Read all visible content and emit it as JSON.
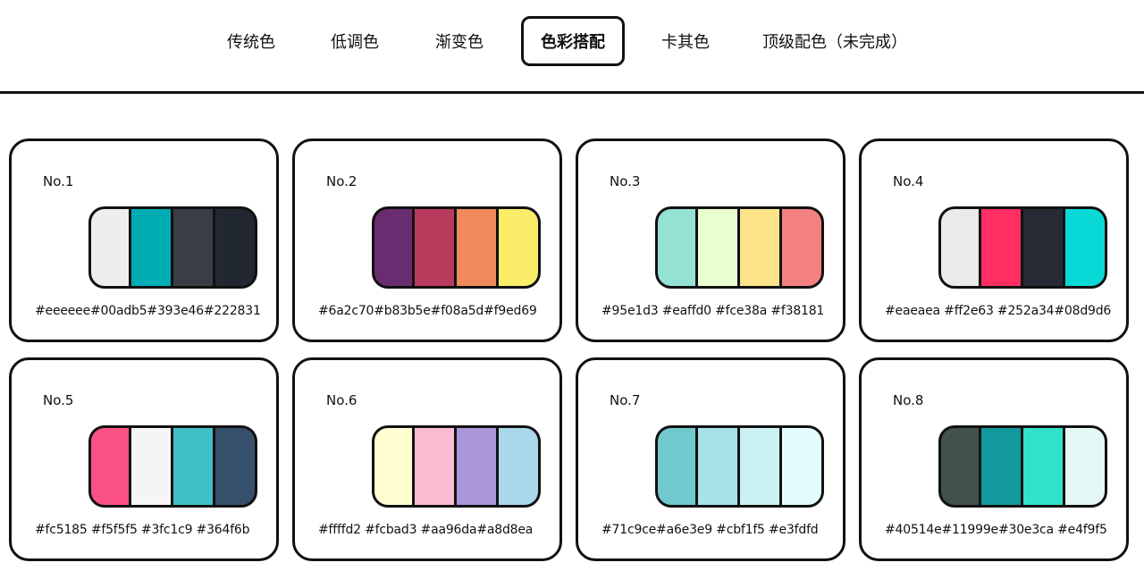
{
  "nav": {
    "tabs": [
      {
        "label": "传统色"
      },
      {
        "label": "低调色"
      },
      {
        "label": "渐变色"
      },
      {
        "label": "色彩搭配",
        "active": true
      },
      {
        "label": "卡其色"
      },
      {
        "label": "顶级配色（未完成）"
      }
    ]
  },
  "palettes": [
    {
      "label": "No.1",
      "colors": [
        "#eeeeee",
        "#00adb5",
        "#393e46",
        "#222831"
      ],
      "hex_text": "#eeeeee#00adb5#393e46#222831"
    },
    {
      "label": "No.2",
      "colors": [
        "#6a2c70",
        "#b83b5e",
        "#f08a5d",
        "#f9ed69"
      ],
      "hex_text": "#6a2c70#b83b5e#f08a5d#f9ed69"
    },
    {
      "label": "No.3",
      "colors": [
        "#95e1d3",
        "#eaffd0",
        "#fce38a",
        "#f38181"
      ],
      "hex_text": "#95e1d3 #eaffd0  #fce38a  #f38181"
    },
    {
      "label": "No.4",
      "colors": [
        "#eaeaea",
        "#ff2e63",
        "#252a34",
        "#08d9d6"
      ],
      "hex_text": "#eaeaea #ff2e63 #252a34#08d9d6"
    },
    {
      "label": "No.5",
      "colors": [
        "#fc5185",
        "#f5f5f5",
        "#3fc1c9",
        "#364f6b"
      ],
      "hex_text": "#fc5185  #f5f5f5  #3fc1c9 #364f6b"
    },
    {
      "label": "No.6",
      "colors": [
        "#ffffd2",
        "#fcbad3",
        "#aa96da",
        "#a8d8ea"
      ],
      "hex_text": "#ffffd2  #fcbad3 #aa96da#a8d8ea"
    },
    {
      "label": "No.7",
      "colors": [
        "#71c9ce",
        "#a6e3e9",
        "#cbf1f5",
        "#e3fdfd"
      ],
      "hex_text": "#71c9ce#a6e3e9 #cbf1f5  #e3fdfd"
    },
    {
      "label": "No.8",
      "colors": [
        "#40514e",
        "#11999e",
        "#30e3ca",
        "#e4f9f5"
      ],
      "hex_text": "#40514e#11999e#30e3ca #e4f9f5"
    }
  ]
}
